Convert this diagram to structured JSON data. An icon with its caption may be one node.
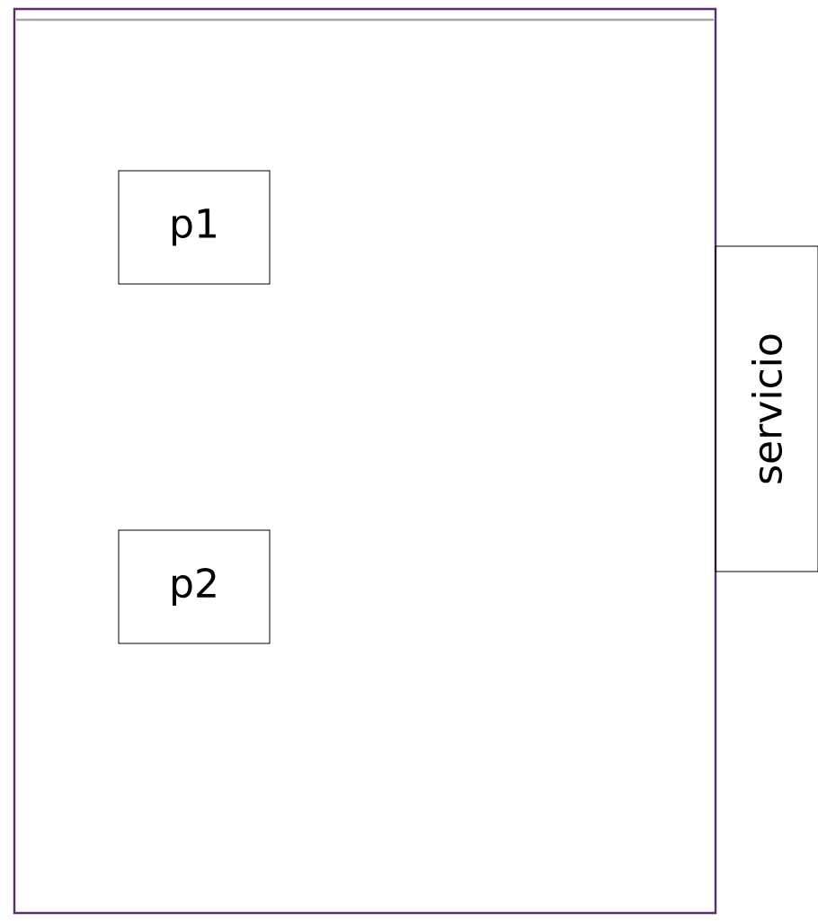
{
  "diagram": {
    "nodes": [
      {
        "text": [],
        "shape": "box"
      },
      {
        "text": [
          "p1"
        ],
        "in": 0
      },
      {
        "text": [
          "p2"
        ],
        "in": 0
      },
      {
        "text": [
          "servicio"
        ]
      }
    ]
  }
}
